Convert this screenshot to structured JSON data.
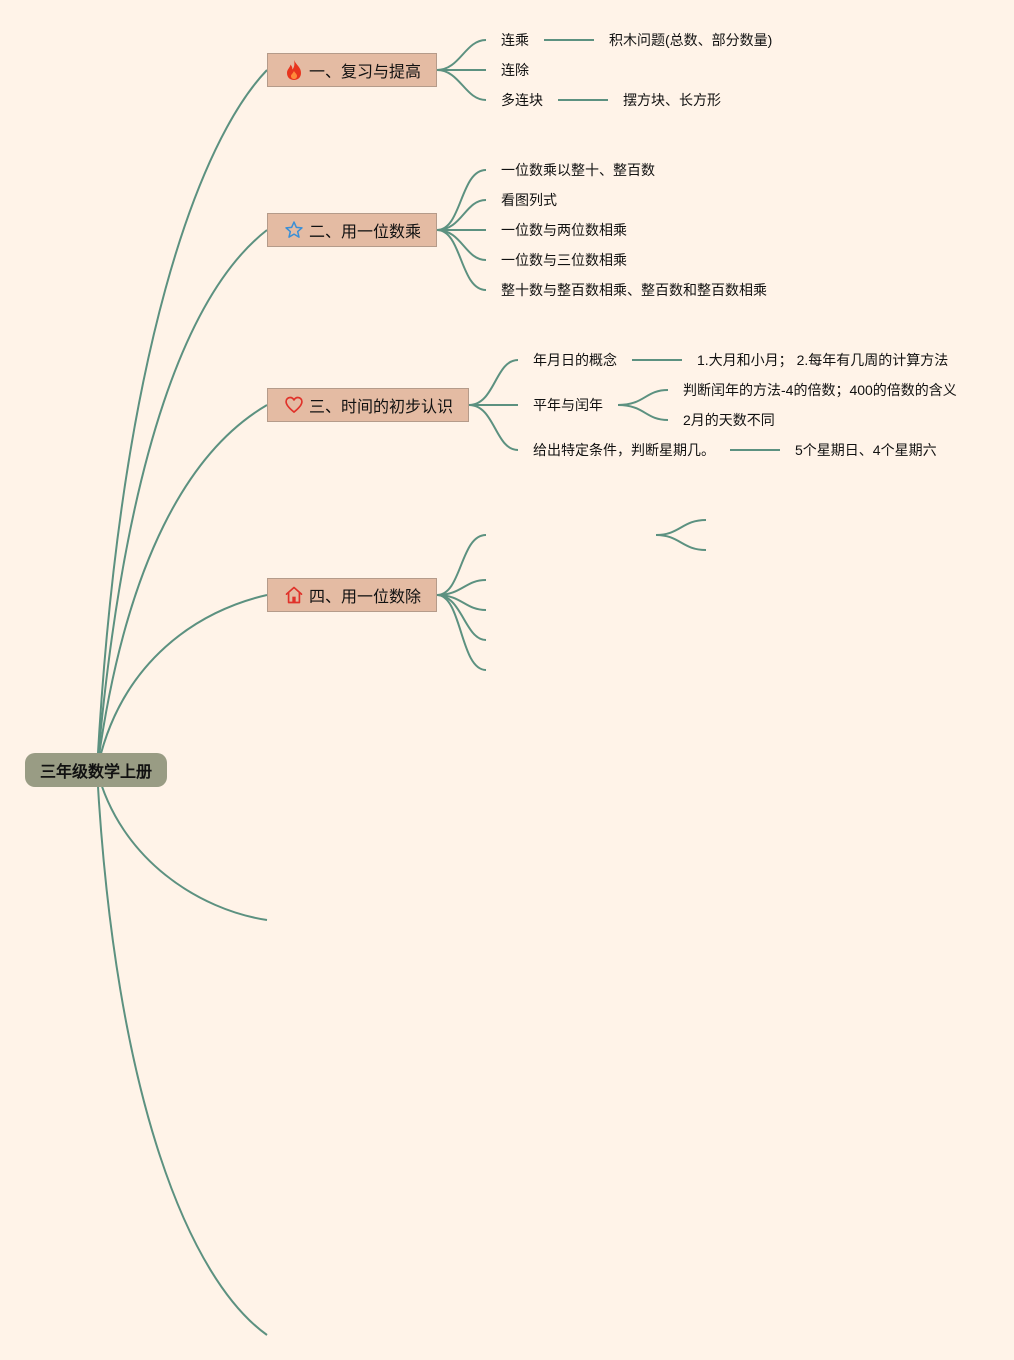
{
  "root": {
    "label": "三年级数学上册"
  },
  "topics": [
    {
      "label": "一、复习与提高",
      "icon": "fire-icon",
      "children": [
        {
          "label": "连乘",
          "detail": "积木问题(总数、部分数量)"
        },
        {
          "label": "连除"
        },
        {
          "label": "多连块",
          "detail": "摆方块、长方形"
        }
      ]
    },
    {
      "label": "二、用一位数乘",
      "icon": "star-icon",
      "children": [
        {
          "label": "一位数乘以整十、整百数"
        },
        {
          "label": "看图列式"
        },
        {
          "label": "一位数与两位数相乘"
        },
        {
          "label": "一位数与三位数相乘"
        },
        {
          "label": "整十数与整百数相乘、整百数和整百数相乘"
        }
      ]
    },
    {
      "label": "三、时间的初步认识",
      "icon": "heart-icon",
      "children": [
        {
          "label": "年月日的概念",
          "detail": "1.大月和小月； 2.每年有几周的计算方法"
        },
        {
          "label": "平年与闰年",
          "subs": [
            "判断闰年的方法-4的倍数；400的倍数的含义",
            "2月的天数不同"
          ]
        },
        {
          "label": "给出特定条件，判断星期几。",
          "detail": "5个星期日、4个星期六"
        }
      ]
    },
    {
      "label": "四、用一位数除",
      "icon": "home-icon",
      "children": []
    }
  ],
  "colors": {
    "background": "#fff3e8",
    "line": "#5c9180",
    "topic_fill": "#e4bba3",
    "root_fill": "#999c84"
  }
}
